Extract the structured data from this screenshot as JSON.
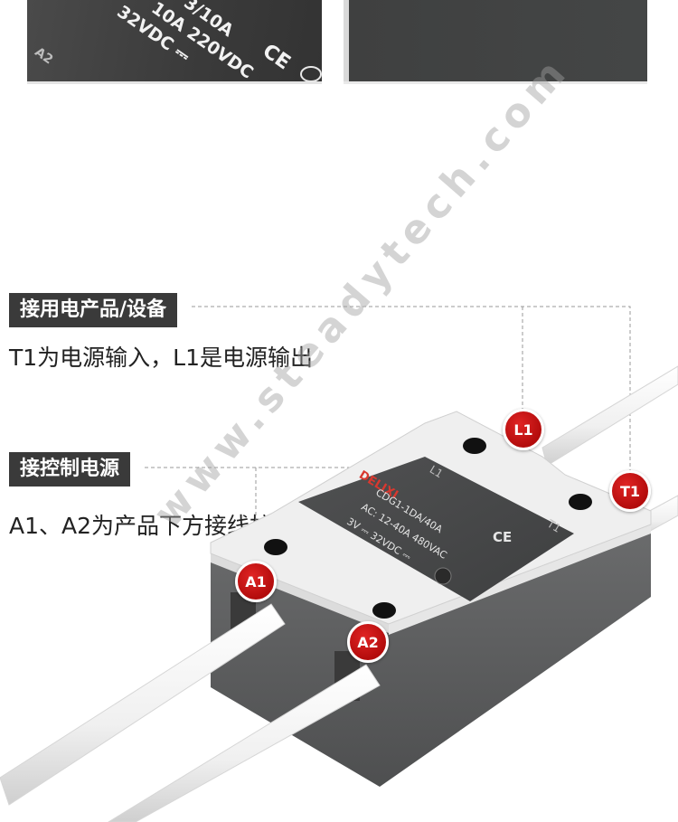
{
  "top_photo": {
    "print_lines": [
      "3/10A",
      "10A 220VDC",
      "32VDC ⎓"
    ],
    "corner_label": "A2",
    "ce_mark": "CE"
  },
  "section_load": {
    "title": "接用电产品/设备",
    "description": "T1为电源输入，L1是电源输出"
  },
  "section_control": {
    "title": "接控制电源",
    "description": "A1、A2为产品下方接线柱"
  },
  "relay": {
    "brand": "DELIXI",
    "model": "CDG1-1DA/40A",
    "line2": "AC: 12-40A 480VAC",
    "line3": "3V ⎓ 32VDC ⎓",
    "ce_mark": "CE",
    "terminal_top_left": "L1",
    "terminal_top_right": "T1"
  },
  "badges": {
    "L1": "L1",
    "T1": "T1",
    "A1": "A1",
    "A2": "A2"
  },
  "watermark": "www.steadytech.com",
  "colors": {
    "label_bg": "#3a3a3a",
    "badge_red": "#c81414",
    "relay_dark": "#555657",
    "relay_light": "#efefef"
  }
}
